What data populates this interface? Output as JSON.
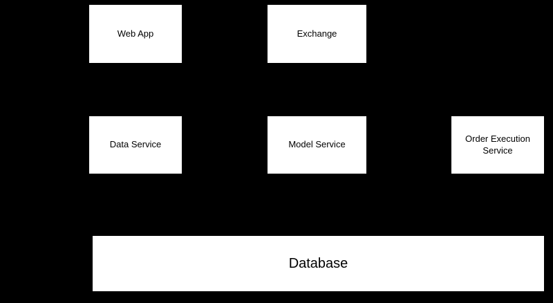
{
  "diagram": {
    "background_color": "#000000",
    "node_fill_color": "#ffffff",
    "node_text_color": "#000000",
    "nodes": [
      {
        "id": "web-app",
        "label": "Web App",
        "row": "top",
        "column": "left"
      },
      {
        "id": "exchange",
        "label": "Exchange",
        "row": "top",
        "column": "center"
      },
      {
        "id": "data-service",
        "label": "Data Service",
        "row": "middle",
        "column": "left"
      },
      {
        "id": "model-service",
        "label": "Model Service",
        "row": "middle",
        "column": "center"
      },
      {
        "id": "order-execution",
        "label": "Order Execution\nService",
        "row": "middle",
        "column": "right"
      },
      {
        "id": "database",
        "label": "Database",
        "row": "bottom",
        "column": "full"
      }
    ]
  }
}
